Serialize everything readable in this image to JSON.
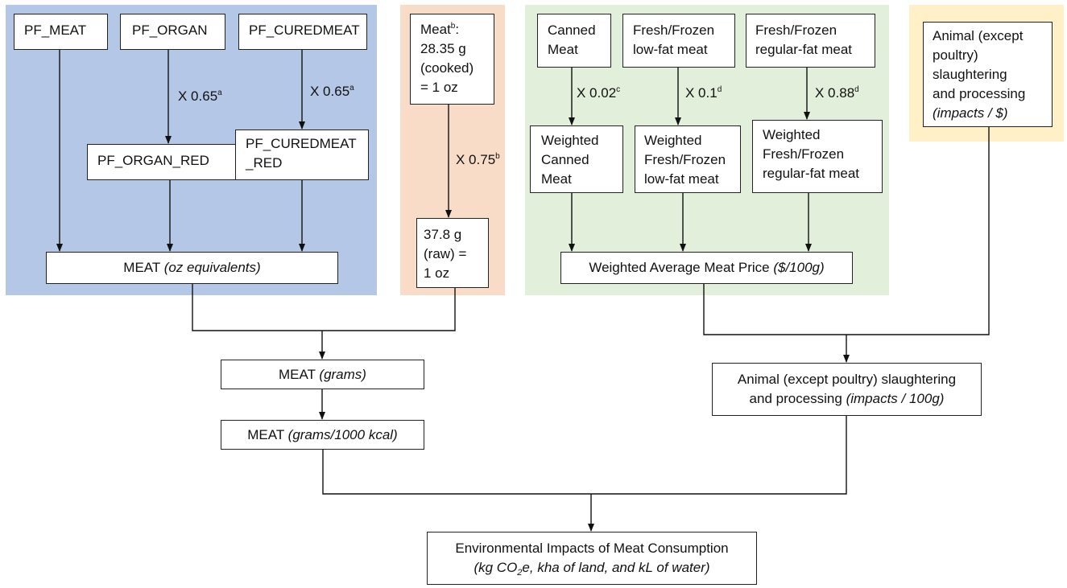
{
  "colors": {
    "blue_panel": "#b4c7e7",
    "peach_panel": "#f8dcc8",
    "green_panel": "#e2efda",
    "yellow_panel": "#fff0c8",
    "line": "#111111"
  },
  "blue": {
    "pf_meat": "PF_MEAT",
    "pf_organ": "PF_ORGAN",
    "pf_curedmeat": "PF_CUREDMEAT",
    "mult_organ": "X 0.65",
    "mult_organ_sup": "a",
    "mult_cured": "X 0.65",
    "mult_cured_sup": "a",
    "pf_organ_red": "PF_ORGAN_RED",
    "pf_curedmeat_red_line1": "PF_CUREDMEAT",
    "pf_curedmeat_red_line2": "_RED",
    "meat_oz_main": "MEAT ",
    "meat_oz_italic": "(oz equivalents)"
  },
  "peach": {
    "cooked_l1": "Meat",
    "cooked_l1_sup": "b",
    "cooked_l1_tail": ":",
    "cooked_l2": "28.35 g",
    "cooked_l3": "(cooked)",
    "cooked_l4": "= 1 oz",
    "mult": "X 0.75",
    "mult_sup": "b",
    "raw_l1": "37.8 g",
    "raw_l2": "(raw) =",
    "raw_l3": "1 oz"
  },
  "green": {
    "canned_l1": "Canned",
    "canned_l2": "Meat",
    "lowfat_l1": "Fresh/Frozen",
    "lowfat_l2": "low-fat meat",
    "regfat_l1": "Fresh/Frozen",
    "regfat_l2": "regular-fat meat",
    "mult_canned": "X 0.02",
    "mult_canned_sup": "c",
    "mult_lowfat": "X 0.1",
    "mult_lowfat_sup": "d",
    "mult_regfat": "X 0.88",
    "mult_regfat_sup": "d",
    "w_canned_l1": "Weighted",
    "w_canned_l2": "Canned",
    "w_canned_l3": "Meat",
    "w_lowfat_l1": "Weighted",
    "w_lowfat_l2": "Fresh/Frozen",
    "w_lowfat_l3": "low-fat meat",
    "w_regfat_l1": "Weighted",
    "w_regfat_l2": "Fresh/Frozen",
    "w_regfat_l3": "regular-fat meat",
    "price_main": "Weighted Average Meat Price ",
    "price_italic": "($/100g)"
  },
  "yellow": {
    "l1": "Animal (except",
    "l2": "poultry)",
    "l3": "slaughtering",
    "l4": "and processing",
    "l5": "(impacts / $)"
  },
  "flow": {
    "grams_main": "MEAT ",
    "grams_italic": "(grams)",
    "kcal_main": "MEAT ",
    "kcal_italic": "(grams/1000 kcal)",
    "slaughter_l1": "Animal (except poultry) slaughtering",
    "slaughter_l2_main": "and processing ",
    "slaughter_l2_italic": "(impacts / 100g)",
    "env_l1": "Environmental Impacts of Meat Consumption",
    "env_l2_a": "(kg CO",
    "env_l2_sub": "2",
    "env_l2_b": "e, kha of land, and kL of water)"
  }
}
